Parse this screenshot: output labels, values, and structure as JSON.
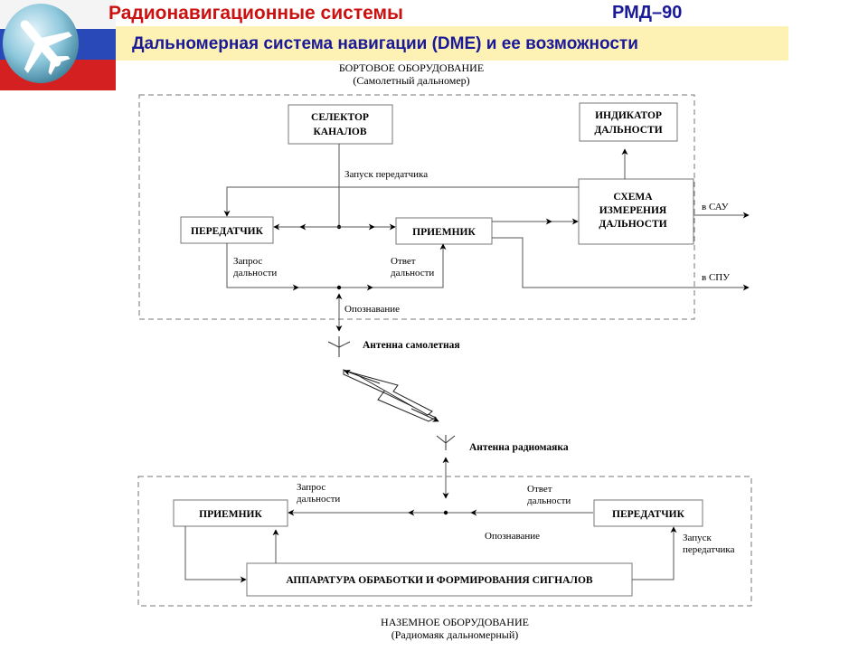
{
  "header": {
    "title": "Радионавигационные системы",
    "code": "РМД–90",
    "subtitle": "Дальномерная система навигации (DME) и ее возможности"
  },
  "onboard": {
    "header_line1": "БОРТОВОЕ ОБОРУДОВАНИЕ",
    "header_line2": "(Самолетный дальномер)",
    "selector_line1": "СЕЛЕКТОР",
    "selector_line2": "КАНАЛОВ",
    "indicator_line1": "ИНДИКАТОР",
    "indicator_line2": "ДАЛЬНОСТИ",
    "scheme_line1": "СХЕМА",
    "scheme_line2": "ИЗМЕРЕНИЯ",
    "scheme_line3": "ДАЛЬНОСТИ",
    "transmitter": "ПЕРЕДАТЧИК",
    "receiver": "ПРИЕМНИК",
    "tx_start": "Запуск передатчика",
    "range_request_line1": "Запрос",
    "range_request_line2": "дальности",
    "range_reply_line1": "Ответ",
    "range_reply_line2": "дальности",
    "identification": "Опознавание",
    "to_sau": "в САУ",
    "to_spu": "в СПУ"
  },
  "antennas": {
    "aircraft": "Антенна самолетная",
    "beacon": "Антенна радиомаяка"
  },
  "ground": {
    "receiver": "ПРИЕМНИК",
    "transmitter": "ПЕРЕДАТЧИК",
    "processing": "АППАРАТУРА ОБРАБОТКИ И ФОРМИРОВАНИЯ СИГНАЛОВ",
    "range_request_line1": "Запрос",
    "range_request_line2": "дальности",
    "range_reply_line1": "Ответ",
    "range_reply_line2": "дальности",
    "identification": "Опознавание",
    "tx_start_line1": "Запуск",
    "tx_start_line2": "передатчика",
    "header_line1": "НАЗЕМНОЕ ОБОРУДОВАНИЕ",
    "header_line2": "(Радиомаяк дальномерный)"
  }
}
